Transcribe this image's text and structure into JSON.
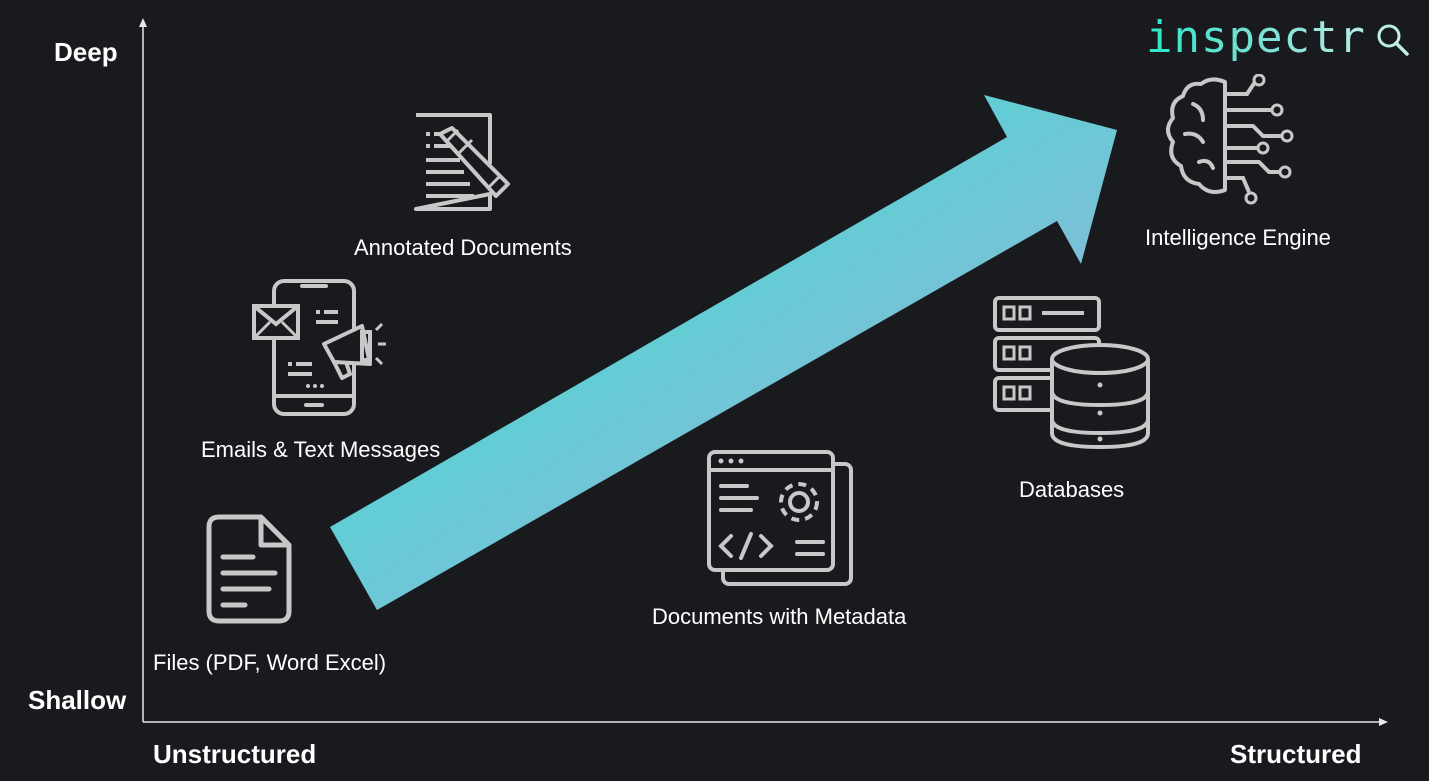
{
  "axes": {
    "y_top": "Deep",
    "y_bottom": "Shallow",
    "x_left": "Unstructured",
    "x_right": "Structured"
  },
  "brand": {
    "name": "inspectr",
    "icon": "magnifier-icon"
  },
  "nodes": [
    {
      "label": "Files (PDF, Word Excel)",
      "icon": "file-icon"
    },
    {
      "label": "Emails & Text Messages",
      "icon": "phone-message-icon"
    },
    {
      "label": "Annotated Documents",
      "icon": "annotated-document-icon"
    },
    {
      "label": "Documents with Metadata",
      "icon": "code-settings-window-icon"
    },
    {
      "label": "Databases",
      "icon": "database-server-icon"
    },
    {
      "label": "Intelligence Engine",
      "icon": "brain-circuit-icon"
    }
  ],
  "colors": {
    "background": "#181a1e",
    "icon_stroke": "#c8c8c8",
    "arrow_start": "#2ee8cc",
    "arrow_end": "#a7a9de"
  }
}
